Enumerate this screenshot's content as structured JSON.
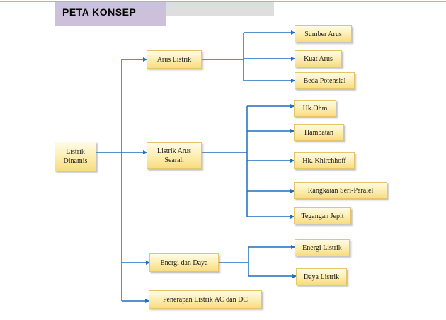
{
  "header": {
    "title": "PETA KONSEP"
  },
  "colors": {
    "connector": "#1f6fbf",
    "node_fill": "#fdf0b8",
    "title_bg": "#ccc0da"
  },
  "nodes": {
    "root": "Listrik\nDinamis",
    "arus_listrik": "Arus Listrik",
    "listrik_arus_searah": "Listrik Arus\nSearah",
    "energi_dan_daya": "Energi dan Daya",
    "penerapan": "Penerapan  Listrik AC dan DC",
    "sumber_arus": "Sumber Arus",
    "kuat_arus": "Kuat Arus",
    "beda_potensial": "Beda Potensial",
    "hk_ohm": "Hk.Ohm",
    "hambatan": "Hambatan",
    "hk_khirchhoff": "Hk. Khirchhoff",
    "rangkaian": "Rangkaian Seri-Paralel",
    "tegangan_jepit": "Tegangan Jepit",
    "energi_listrik": "Energi Listrik",
    "daya_listrik": "Daya Listrik"
  }
}
